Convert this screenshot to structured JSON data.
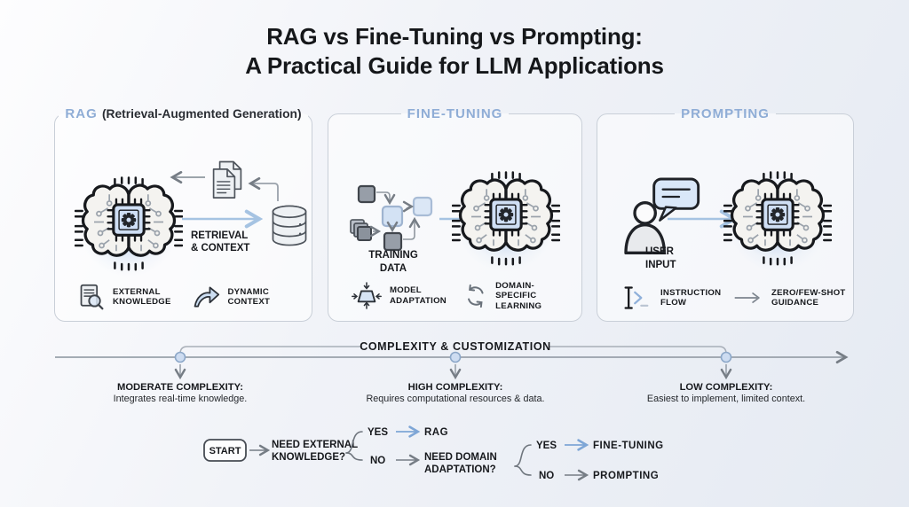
{
  "title": {
    "line1": "RAG vs Fine-Tuning vs Prompting:",
    "line2": "A Practical Guide for LLM Applications"
  },
  "colors": {
    "accent_blue": "#8fadd6",
    "result_blue": "#6f9ed6",
    "text_dark": "#17191d",
    "line_gray": "#8f979f",
    "arrow_light_blue": "#a5c3e2"
  },
  "panels": [
    {
      "title": "RAG",
      "subtitle": "(Retrieval-Augmented Generation)",
      "labels": {
        "flow_line1": "RETRIEVAL",
        "flow_line2": "& CONTEXT"
      },
      "features": [
        {
          "icon": "external-knowledge-icon",
          "line1": "EXTERNAL",
          "line2": "KNOWLEDGE"
        },
        {
          "icon": "dynamic-context-icon",
          "line1": "DYNAMIC",
          "line2": "CONTEXT"
        }
      ]
    },
    {
      "title": "FINE-TUNING",
      "labels": {
        "source_line1": "TRAINING",
        "source_line2": "DATA"
      },
      "features": [
        {
          "icon": "model-adaptation-icon",
          "line1": "MODEL",
          "line2": "ADAPTATION"
        },
        {
          "icon": "domain-specific-learning-icon",
          "line1": "DOMAIN-SPECIFIC",
          "line2": "LEARNING"
        }
      ]
    },
    {
      "title": "PROMPTING",
      "labels": {
        "source_line1": "USER",
        "source_line2": "INPUT"
      },
      "features": [
        {
          "icon": "instruction-flow-icon",
          "line1": "INSTRUCTION",
          "line2": "FLOW"
        },
        {
          "icon": "zero-few-shot-icon",
          "line1": "ZERO/FEW-SHOT",
          "line2": "GUIDANCE"
        }
      ]
    }
  ],
  "complexity": {
    "title": "COMPLEXITY & CUSTOMIZATION",
    "items": [
      {
        "heading": "MODERATE COMPLEXITY:",
        "description": "Integrates real-time knowledge."
      },
      {
        "heading": "HIGH COMPLEXITY:",
        "description": "Requires computational resources & data."
      },
      {
        "heading": "LOW COMPLEXITY:",
        "description": "Easiest to implement, limited context."
      }
    ]
  },
  "flowchart": {
    "start_label": "START",
    "q1": {
      "line1": "NEED EXTERNAL",
      "line2": "KNOWLEDGE?"
    },
    "branch1": {
      "yes_label": "YES",
      "yes_result": "RAG",
      "no_label": "NO"
    },
    "q2": {
      "line1": "NEED DOMAIN",
      "line2": "ADAPTATION?"
    },
    "branch2": {
      "yes_label": "YES",
      "yes_result": "FINE-TUNING",
      "no_label": "NO",
      "no_result": "PROMPTING"
    }
  }
}
